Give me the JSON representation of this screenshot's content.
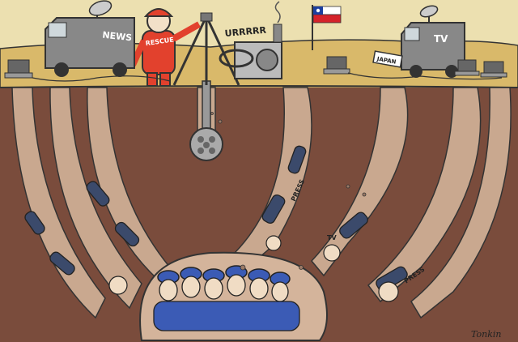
{
  "labels": {
    "news": "NEWS",
    "rescue": "RESCUE",
    "noise": "URRRRR",
    "tv": "TV",
    "japan": "JAPAN",
    "press": "PRESS",
    "tv_helmet": "TV",
    "signature": "Tonkin"
  },
  "colors": {
    "sky": "#e9d9a4",
    "sand": "#d9b96a",
    "earth": "#7a4c3c",
    "tunnel": "#c9a88f",
    "cavern": "#d4b49b",
    "rescuer": "#e2412d",
    "miner_helmet": "#3b5bb5",
    "flag_red": "#d5222a",
    "flag_blue": "#1c3f9e"
  },
  "icons": [
    "news-van-icon",
    "tv-van-icon",
    "satellite-dish-icon",
    "drill-rig-icon",
    "drill-bit-icon",
    "chile-flag-icon",
    "laptop-icon"
  ]
}
